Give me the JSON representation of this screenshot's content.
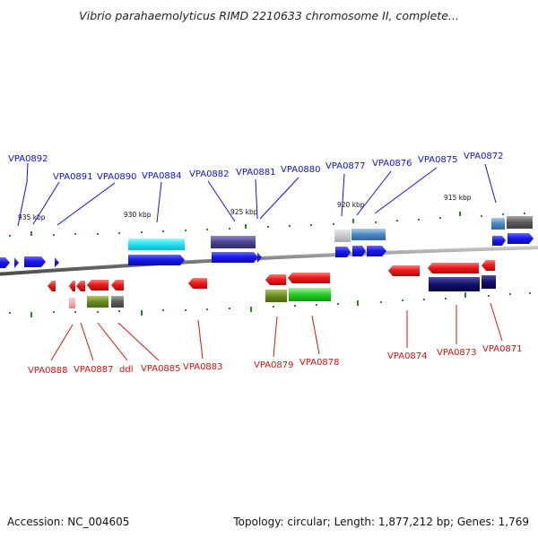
{
  "title": "Vibrio parahaemolyticus RIMD 2210633 chromosome II, complete...",
  "footer": {
    "accession": "Accession: NC_004605",
    "stats": "Topology: circular; Length: 1,877,212 bp; Genes: 1,769"
  },
  "colors": {
    "forward": "#1010e0",
    "reverse": "#e01010",
    "backbone": "#808080",
    "tick": "#2a8a2a"
  },
  "kbp_labels": [
    "935 kbp",
    "930 kbp",
    "925 kbp",
    "920 kbp",
    "915 kbp"
  ],
  "top_genes": [
    "VPA0892",
    "VPA0891",
    "VPA0890",
    "VPA0884",
    "VPA0882",
    "VPA0881",
    "VPA0880",
    "VPA0877",
    "VPA0876",
    "VPA0875",
    "VPA0872"
  ],
  "bottom_genes": [
    "VPA0888",
    "VPA0887",
    "ddl",
    "VPA0885",
    "VPA0883",
    "VPA0879",
    "VPA0878",
    "VPA0874",
    "VPA0873",
    "VPA0871"
  ]
}
